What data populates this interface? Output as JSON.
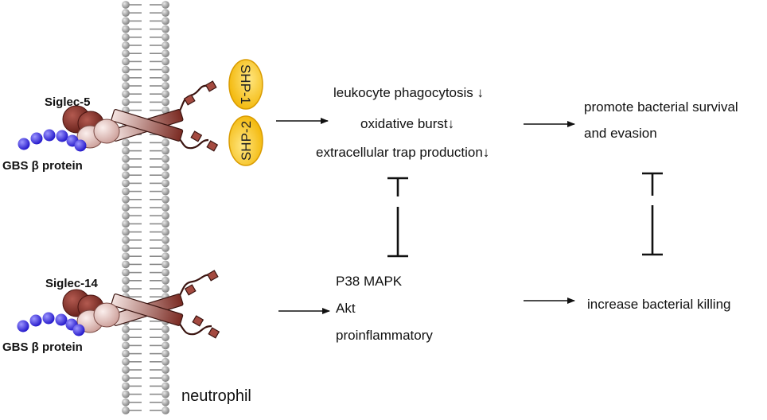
{
  "membrane": {
    "cell_label": "neutrophil"
  },
  "siglec5": {
    "receptor_label": "Siglec-5",
    "ligand_label": "GBS β protein",
    "phosphatases": [
      "SHP-1",
      "SHP-2"
    ],
    "effects": [
      "leukocyte phagocytosis ↓",
      "oxidative burst↓",
      "extracellular trap production↓"
    ],
    "outcome_lines": [
      "promote bacterial survival",
      "and evasion"
    ]
  },
  "siglec14": {
    "receptor_label": "Siglec-14",
    "ligand_label": "GBS β protein",
    "effects": [
      "P38 MAPK",
      "Akt",
      "proinflammatory"
    ],
    "outcome": "increase bacterial killing"
  },
  "colors": {
    "lipid_head": "#9a9a9a",
    "receptor_dark": "#7a2a22",
    "receptor_light": "#e2c2be",
    "bead": "#3a2fe0",
    "shp_fill": "#f7c21a",
    "shp_stroke": "#d99b00"
  }
}
